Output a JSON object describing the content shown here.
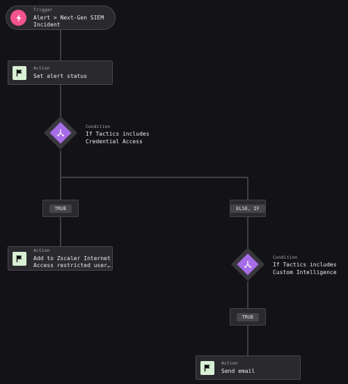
{
  "trigger": {
    "kind": "Trigger",
    "title": "Alert > Next-Gen SIEM Incident",
    "icon": "lightning-icon"
  },
  "action1": {
    "kind": "Action",
    "title": "Set alert status",
    "icon": "flag-icon"
  },
  "condition1": {
    "kind": "Condition",
    "title": "If Tactics includes Credential Access",
    "icon": "branch-icon"
  },
  "branch_true_1": {
    "label": "TRUE"
  },
  "branch_else_if": {
    "label": "ELSE, IF"
  },
  "action2": {
    "kind": "Action",
    "title": "Add to Zscaler Internet Access restricted user…",
    "icon": "flag-icon"
  },
  "condition2": {
    "kind": "Condition",
    "title": "If Tactics includes Custom Intelligence",
    "icon": "branch-icon"
  },
  "branch_true_2": {
    "label": "TRUE"
  },
  "action3": {
    "kind": "Action",
    "title": "Send email",
    "icon": "flag-icon"
  },
  "colors": {
    "background": "#131217",
    "trigger_icon": "#f4548e",
    "action_icon": "#d8f0d4",
    "condition_icon": "#a66ce8",
    "connector": "#5e5d63"
  }
}
